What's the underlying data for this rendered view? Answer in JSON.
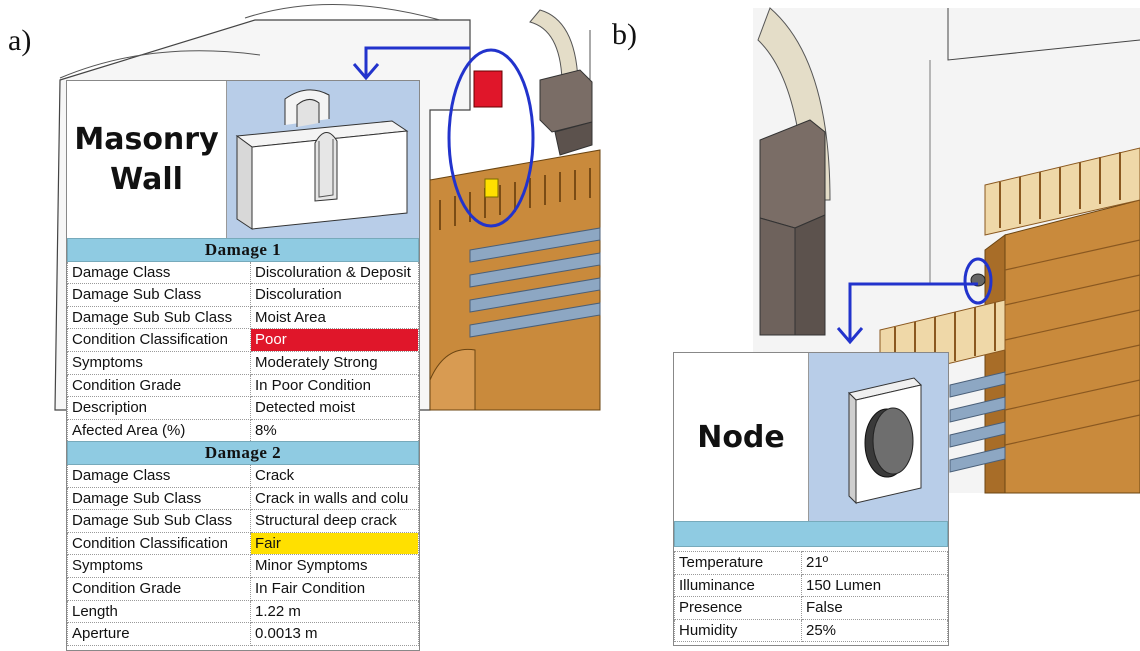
{
  "panels": {
    "a_label": "a)",
    "b_label": "b)"
  },
  "colors": {
    "wall_outline": "#3a3a3a",
    "wood": "#c98a3c",
    "blue_slat": "#8da7c3",
    "highlight_ellipse": "#2233cc",
    "arrow": "#2233cc",
    "poor": "#e0162a",
    "fair": "#ffe000",
    "section_header": "#8fcbe2",
    "image_bg": "#b8cde8"
  },
  "card_a": {
    "title": "Masonry Wall",
    "damage1": {
      "header": "Damage 1",
      "rows": [
        {
          "key": "Damage Class",
          "value": "Discoluration & Deposit"
        },
        {
          "key": "Damage Sub Class",
          "value": "Discoluration"
        },
        {
          "key": "Damage Sub Sub Class",
          "value": "Moist Area"
        },
        {
          "key": "Condition Classification",
          "value": "Poor"
        },
        {
          "key": "Symptoms",
          "value": "Moderately Strong"
        },
        {
          "key": "Condition Grade",
          "value": "In Poor Condition"
        },
        {
          "key": "Description",
          "value": "Detected moist"
        },
        {
          "key": "Afected Area (%)",
          "value": "8%"
        }
      ]
    },
    "damage2": {
      "header": "Damage  2",
      "rows": [
        {
          "key": "Damage Class",
          "value": "Crack"
        },
        {
          "key": "Damage Sub Class",
          "value": "Crack in walls and colu"
        },
        {
          "key": "Damage Sub Sub Class",
          "value": "Structural deep crack"
        },
        {
          "key": "Condition Classification",
          "value": "Fair"
        },
        {
          "key": "Symptoms",
          "value": "Minor Symptoms"
        },
        {
          "key": "Condition Grade",
          "value": "In Fair Condition"
        },
        {
          "key": "Length",
          "value": "1.22 m"
        },
        {
          "key": "Aperture",
          "value": "0.0013 m"
        }
      ]
    }
  },
  "card_b": {
    "title": "Node",
    "header": "",
    "rows": [
      {
        "key": "Temperature",
        "value": "21º"
      },
      {
        "key": "Illuminance",
        "value": "150 Lumen"
      },
      {
        "key": "Presence",
        "value": "False"
      },
      {
        "key": "Humidity",
        "value": "25%"
      }
    ]
  }
}
